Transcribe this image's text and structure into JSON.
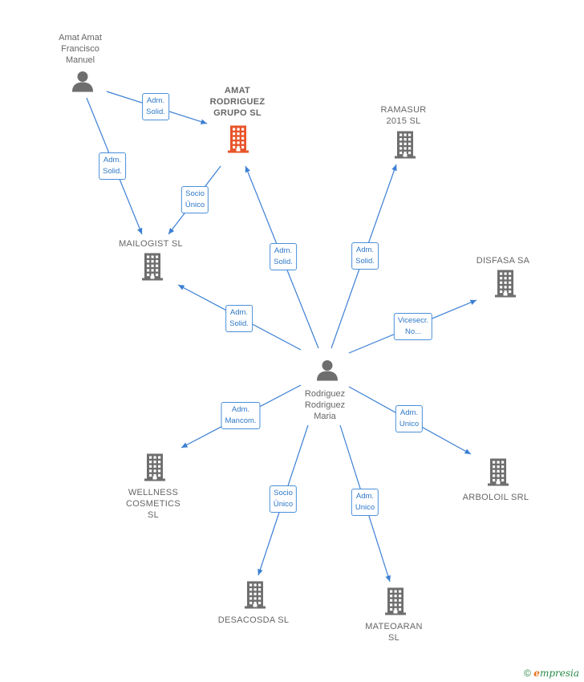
{
  "colors": {
    "edge": "#3b7fd4",
    "person": "#6e6e6e",
    "company": "#6e6e6e",
    "highlight": "#e8542a"
  },
  "nodes": [
    {
      "id": "amat_francisco",
      "type": "person",
      "label": "Amat Amat\nFrancisco\nManuel"
    },
    {
      "id": "amat_grupo",
      "type": "company",
      "highlight": true,
      "label": "AMAT\nRODRIGUEZ\nGRUPO  SL"
    },
    {
      "id": "ramasur",
      "type": "company",
      "label": "RAMASUR\n2015  SL"
    },
    {
      "id": "mailogist",
      "type": "company",
      "label": "MAILOGIST  SL"
    },
    {
      "id": "disfasa",
      "type": "company",
      "label": "DISFASA SA"
    },
    {
      "id": "rodriguez",
      "type": "person",
      "label": "Rodriguez\nRodriguez\nMaria"
    },
    {
      "id": "wellness",
      "type": "company",
      "label": "WELLNESS\nCOSMETICS\nSL"
    },
    {
      "id": "arboloil",
      "type": "company",
      "label": "ARBOLOIL SRL"
    },
    {
      "id": "desacosda",
      "type": "company",
      "label": "DESACOSDA SL"
    },
    {
      "id": "mateoaran",
      "type": "company",
      "label": "MATEOARAN\nSL"
    }
  ],
  "edges": [
    {
      "from": "amat_francisco",
      "to": "amat_grupo",
      "label": "Adm.\nSolid."
    },
    {
      "from": "amat_francisco",
      "to": "mailogist",
      "label": "Adm.\nSolid."
    },
    {
      "from": "amat_grupo",
      "to": "mailogist",
      "label": "Socio\nÚnico"
    },
    {
      "from": "rodriguez",
      "to": "amat_grupo",
      "label": "Adm.\nSolid."
    },
    {
      "from": "rodriguez",
      "to": "ramasur",
      "label": "Adm.\nSolid."
    },
    {
      "from": "rodriguez",
      "to": "mailogist",
      "label": "Adm.\nSolid."
    },
    {
      "from": "rodriguez",
      "to": "disfasa",
      "label": "Vicesecr.\nNo..."
    },
    {
      "from": "rodriguez",
      "to": "wellness",
      "label": "Adm.\nMancom."
    },
    {
      "from": "rodriguez",
      "to": "arboloil",
      "label": "Adm.\nUnico"
    },
    {
      "from": "rodriguez",
      "to": "desacosda",
      "label": "Socio\nÚnico"
    },
    {
      "from": "rodriguez",
      "to": "mateoaran",
      "label": "Adm.\nUnico"
    }
  ],
  "footer": {
    "copyright": "©",
    "brand_initial": "e",
    "brand_rest": "mpresia"
  }
}
